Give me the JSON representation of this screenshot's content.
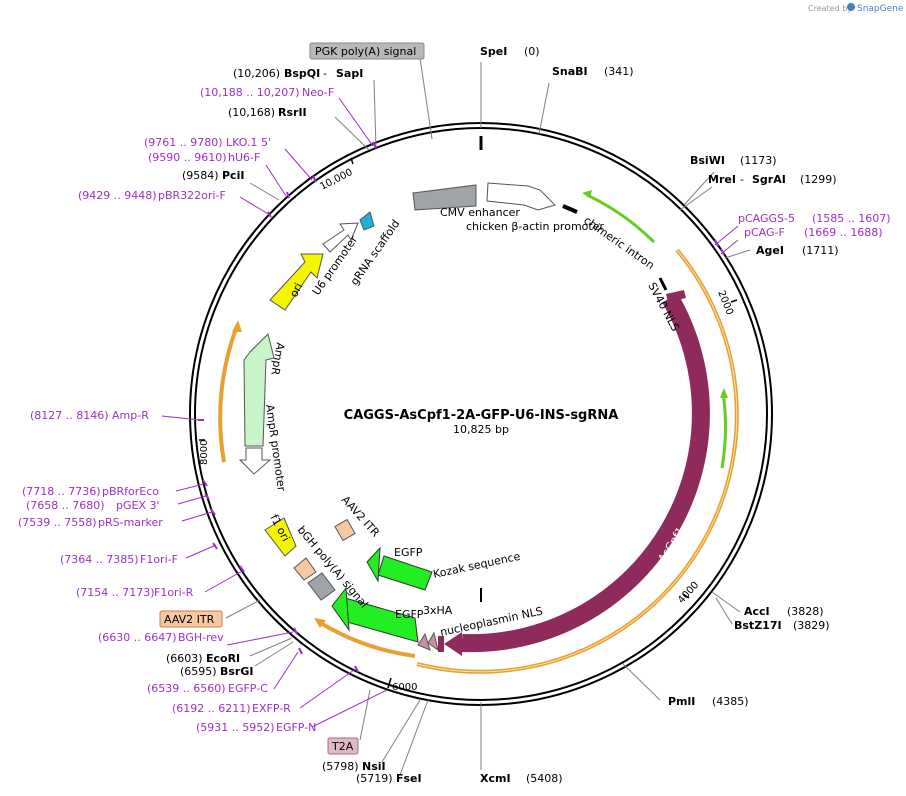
{
  "credit": {
    "prefix": "Created by",
    "brand": "SnapGene"
  },
  "plasmid": {
    "name": "CAGGS-AsCpf1-2A-GFP-U6-INS-sgRNA",
    "length": "10,825 bp"
  },
  "ticks": [
    "2000",
    "4000",
    "6000",
    "8000",
    "10,000"
  ],
  "sites": {
    "spei": {
      "name": "SpeI",
      "pos": "(0)"
    },
    "snabi": {
      "name": "SnaBI",
      "pos": "(341)"
    },
    "bsiwi": {
      "name": "BsiWI",
      "pos": "(1173)"
    },
    "mrei": {
      "name": "MreI",
      "sep": " - ",
      "name2": "SgrAI",
      "pos": "(1299)"
    },
    "agei": {
      "name": "AgeI",
      "pos": "(1711)"
    },
    "acci": {
      "name": "AccI",
      "pos": "(3828)"
    },
    "bstz17i": {
      "name": "BstZ17I",
      "pos": "(3829)"
    },
    "pmli": {
      "name": "PmlI",
      "pos": "(4385)"
    },
    "xcmi": {
      "name": "XcmI",
      "pos": "(5408)"
    },
    "fsei": {
      "name": "FseI",
      "pos": "(5719)"
    },
    "nsii": {
      "name": "NsiI",
      "pos": "(5798)"
    },
    "bsrgi": {
      "name": "BsrGI",
      "pos": "(6595)"
    },
    "ecori": {
      "name": "EcoRI",
      "pos": "(6603)"
    },
    "pcii": {
      "name": "PciI",
      "pos": "(9584)"
    },
    "rsrii": {
      "name": "RsrII",
      "pos": "(10,168)"
    },
    "bspqi": {
      "name": "BspQI",
      "sep": " - ",
      "name2": "SapI",
      "pos": "(10,206)"
    }
  },
  "primers": {
    "pcaggs5": {
      "name": "pCAGGS-5",
      "range": "(1585 .. 1607)"
    },
    "pcagf": {
      "name": "pCAG-F",
      "range": "(1669 .. 1688)"
    },
    "neof": {
      "range": "(10,188 .. 10,207)",
      "name": "Neo-F"
    },
    "lko15": {
      "range": "(9761 .. 9780)",
      "name": "LKO.1 5'"
    },
    "hu6f": {
      "range": "(9590 .. 9610)",
      "name": "hU6-F"
    },
    "pbr322": {
      "range": "(9429 .. 9448)",
      "name": "pBR322ori-F"
    },
    "ampr": {
      "range": "(8127 .. 8146)",
      "name": "Amp-R"
    },
    "pbrforeco": {
      "range": "(7718 .. 7736)",
      "name": "pBRforEco"
    },
    "pgex3": {
      "range": "(7658 .. 7680)",
      "name": "pGEX 3'"
    },
    "prsmarker": {
      "range": "(7539 .. 7558)",
      "name": "pRS-marker"
    },
    "f1orif": {
      "range": "(7364 .. 7385)",
      "name": "F1ori-F"
    },
    "f1orir": {
      "range": "(7154 .. 7173)",
      "name": "F1ori-R"
    },
    "bghrev": {
      "range": "(6630 .. 6647)",
      "name": "BGH-rev"
    },
    "egfpc": {
      "range": "(6539 .. 6560)",
      "name": "EGFP-C"
    },
    "exfpr": {
      "range": "(6192 .. 6211)",
      "name": "EXFP-R"
    },
    "egfpn": {
      "range": "(5931 .. 5952)",
      "name": "EGFP-N"
    }
  },
  "boxed": {
    "pgk": "PGK poly(A) signal",
    "aav2": "AAV2 ITR",
    "t2a": "T2A"
  },
  "features": {
    "cmv": "CMV enhancer",
    "chicken": "chicken β-actin promoter",
    "intron": "chimeric intron",
    "sv40": "SV40 NLS",
    "ascpf1": "AsCpf1",
    "nucleoplasmin": "nucleoplasmin NLS",
    "ha": "3xHA",
    "egfp1": "EGFP",
    "kozak": "Kozak sequence",
    "egfp2": "EGFP",
    "aav2inner": "AAV2 ITR",
    "bgh": "bGH poly(A) signal",
    "f1ori": "f1 ori",
    "amprpromoter": "AmpR promoter",
    "ampr": "AmpR",
    "ori": "ori",
    "u6": "U6 promoter",
    "grna": "gRNA scaffold"
  },
  "colors": {
    "ascpf1": "#8f2a5c",
    "egfp": "#22ee22",
    "ori": "#f5f500",
    "ampr": "#c8f5c8",
    "cmv": "#a0a4a8",
    "orange_arc": "#e8a030",
    "green_arc": "#66cc22",
    "primer": "#9b30c8",
    "grna": "#1ab0e0",
    "aav2": "#f8c8a0"
  }
}
